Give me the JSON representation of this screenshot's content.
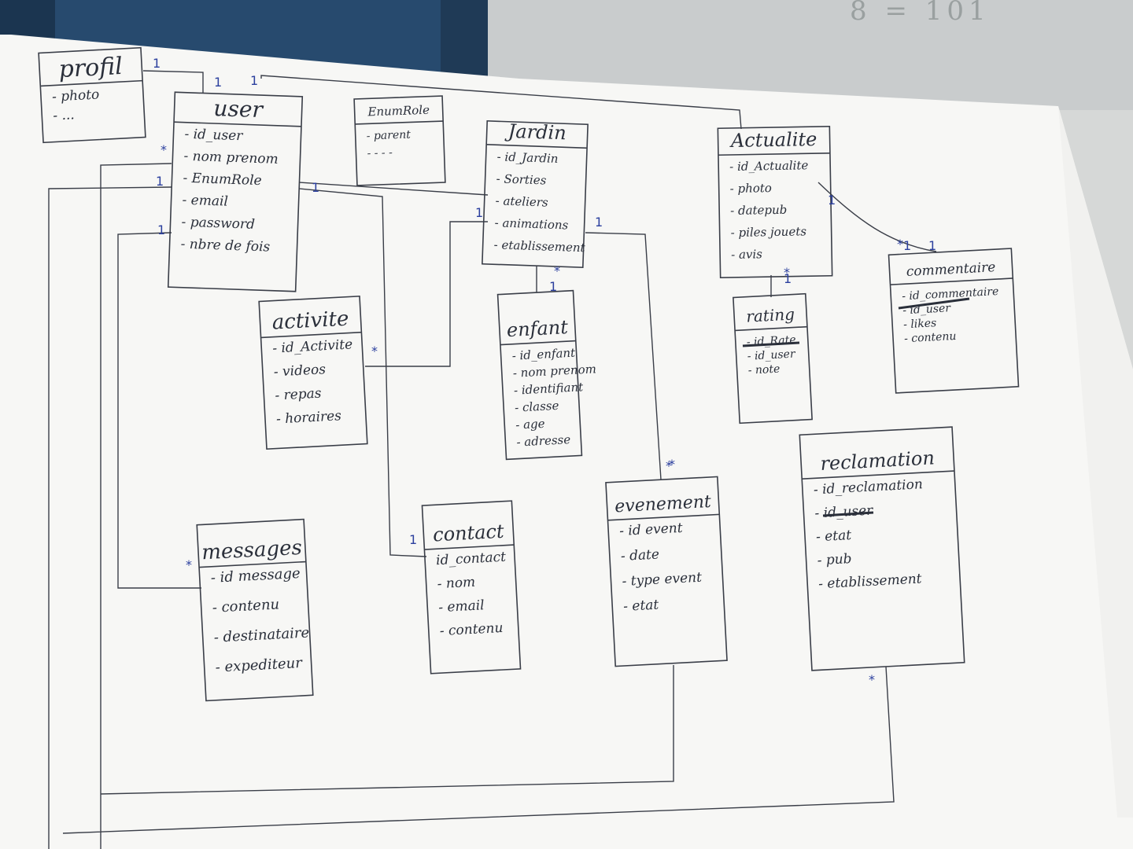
{
  "background_note": "8 = 101",
  "classes": [
    {
      "id": "profil",
      "title": "profil",
      "attributes": [
        "- photo",
        "- ..."
      ]
    },
    {
      "id": "user",
      "title": "user",
      "attributes": [
        "- id_user",
        "- nom prenom",
        "- EnumRole",
        "- email",
        "- password",
        "- nbre de fois",
        ""
      ]
    },
    {
      "id": "enumrole",
      "title": "EnumRole",
      "attributes": [
        "- parent",
        "- - - -"
      ]
    },
    {
      "id": "jardin",
      "title": "Jardin",
      "attributes": [
        "- id_Jardin",
        "- Sorties",
        "- ateliers",
        "- animations",
        "- etablissement"
      ]
    },
    {
      "id": "actualite",
      "title": "Actualite",
      "attributes": [
        "- id_Actualite",
        "- photo",
        "- datepub",
        "- piles jouets",
        "- avis"
      ]
    },
    {
      "id": "commentaire",
      "title": "commentaire",
      "attributes": [
        "- id_commentaire",
        "- id_user",
        "- likes",
        "- contenu"
      ]
    },
    {
      "id": "rating",
      "title": "rating",
      "attributes": [
        "- id_Rate",
        "- id_user",
        "- note"
      ]
    },
    {
      "id": "activite",
      "title": "activite",
      "attributes": [
        "- id_Activite",
        "- videos",
        "- repas",
        "- horaires"
      ]
    },
    {
      "id": "enfant",
      "title": "enfant",
      "attributes": [
        "- id_enfant",
        "- nom prenom",
        "- identifiant",
        "- classe",
        "- age",
        "- adresse"
      ]
    },
    {
      "id": "messages",
      "title": "messages",
      "attributes": [
        "- id message",
        "- contenu",
        "- destinataire",
        "- expediteur"
      ]
    },
    {
      "id": "contact",
      "title": "contact",
      "attributes": [
        "id_contact",
        "- nom",
        "- email",
        "- contenu"
      ]
    },
    {
      "id": "evenement",
      "title": "evenement",
      "attributes": [
        "- id event",
        "- date",
        "- type event",
        "- etat"
      ]
    },
    {
      "id": "reclamation",
      "title": "reclamation",
      "attributes": [
        "- id_reclamation",
        "- id_user",
        "- etat",
        "- pub",
        "- etablissement"
      ]
    }
  ],
  "multiplicities": [
    "1",
    "1",
    "1",
    "*",
    "1",
    "1",
    "1",
    "1",
    "*",
    "1",
    "1",
    "*",
    "1",
    "1",
    "1",
    "*",
    "*",
    "1",
    "*",
    "*",
    "1",
    "*",
    "*"
  ]
}
